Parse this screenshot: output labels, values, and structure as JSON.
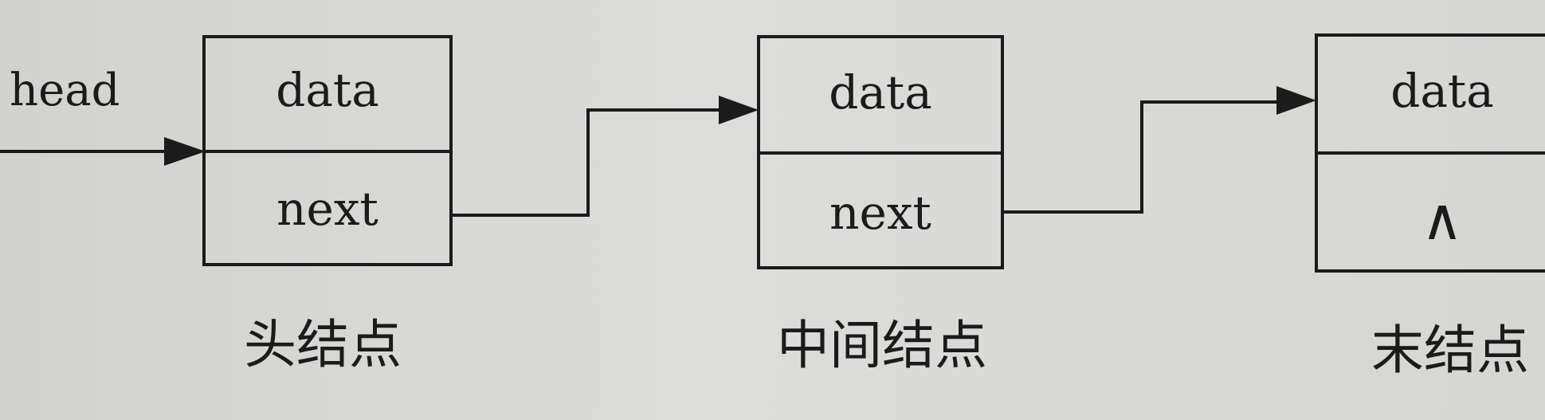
{
  "head_pointer": {
    "label": "head"
  },
  "nodes": [
    {
      "id": "head-node",
      "data_label": "data",
      "next_label": "next",
      "caption": "头结点"
    },
    {
      "id": "middle-node",
      "data_label": "data",
      "next_label": "next",
      "caption": "中间结点"
    },
    {
      "id": "tail-node",
      "data_label": "data",
      "next_label": "∧",
      "caption": "末结点"
    }
  ]
}
